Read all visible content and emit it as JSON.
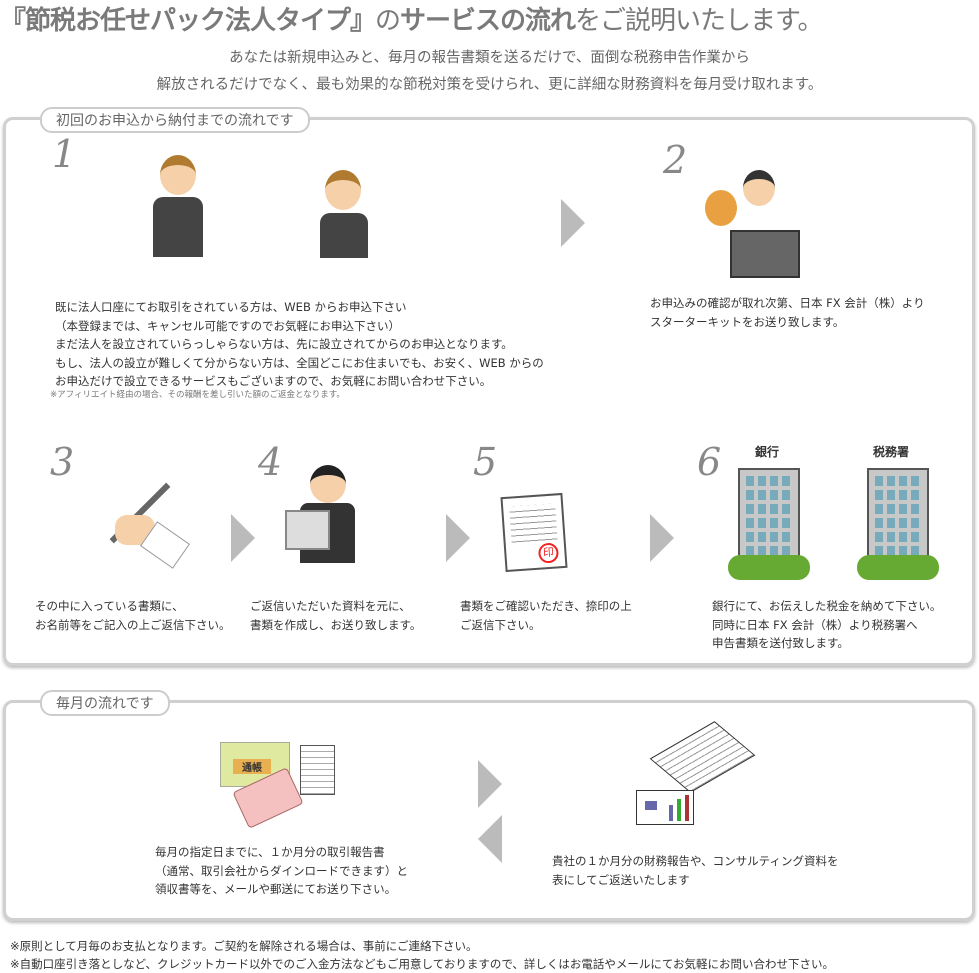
{
  "header": {
    "title_bold": "『節税お任せパック法人タイプ』",
    "title_mid_1": "の",
    "title_bold_2": "サービスの流れ",
    "title_rest": "をご説明いたします。",
    "subtitle_line1": "あなたは新規申込みと、毎月の報告書類を送るだけで、面倒な税務申告作業から",
    "subtitle_line2": "解放されるだけでなく、最も効果的な節税対策を受けられ、更に詳細な財務資料を毎月受け取れます。"
  },
  "initial_flow": {
    "label": "初回のお申込から納付までの流れです",
    "steps": [
      {
        "number": "1",
        "lines": [
          "既に法人口座にてお取引をされている方は、WEB からお申込下さい",
          "（本登録までは、キャンセル可能ですのでお気軽にお申込下さい）",
          "まだ法人を設立されていらっしゃらない方は、先に設立されてからのお申込となります。",
          "もし、法人の設立が難しくて分からない方は、全国どこにお住まいでも、お安く、WEB からの",
          "お申込だけで設立できるサービスもございますので、お気軽にお問い合わせ下さい。"
        ],
        "note": "※アフィリエイト経由の場合、その報酬を差し引いた額のご返金となります。"
      },
      {
        "number": "2",
        "lines": [
          "お申込みの確認が取れ次第、日本 FX 会計（株）より",
          "スターターキットをお送り致します。"
        ]
      },
      {
        "number": "3",
        "lines": [
          "その中に入っている書類に、",
          "お名前等をご記入の上ご返信下さい。"
        ]
      },
      {
        "number": "4",
        "lines": [
          "ご返信いただいた資料を元に、",
          "書類を作成し、お送り致します。"
        ]
      },
      {
        "number": "5",
        "lines": [
          "書類をご確認いただき、捺印の上",
          "ご返信下さい。"
        ],
        "stamp": "印"
      },
      {
        "number": "6",
        "lines": [
          "銀行にて、お伝えした税金を納めて下さい。",
          "同時に日本 FX 会計（株）より税務署へ",
          "申告書類を送付致します。"
        ],
        "bank_label": "銀行",
        "tax_office_label": "税務署"
      }
    ]
  },
  "monthly_flow": {
    "label": "毎月の流れです",
    "passbook_label": "通帳",
    "client": [
      "毎月の指定日までに、１か月分の取引報告書",
      "（通常、取引会社からダインロードできます）と",
      "領収書等を、メールや郵送にてお送り下さい。"
    ],
    "company": [
      "貴社の１か月分の財務報告や、コンサルティング資料を",
      "表にしてご返送いたします"
    ]
  },
  "footer": {
    "note1": "※原則として月毎のお支払となります。ご契約を解除される場合は、事前にご連絡下さい。",
    "note2": "※自動口座引き落としなど、クレジットカード以外でのご入金方法などもご用意しておりますので、詳しくはお電話やメールにてお気軽にお問い合わせ下さい。"
  }
}
